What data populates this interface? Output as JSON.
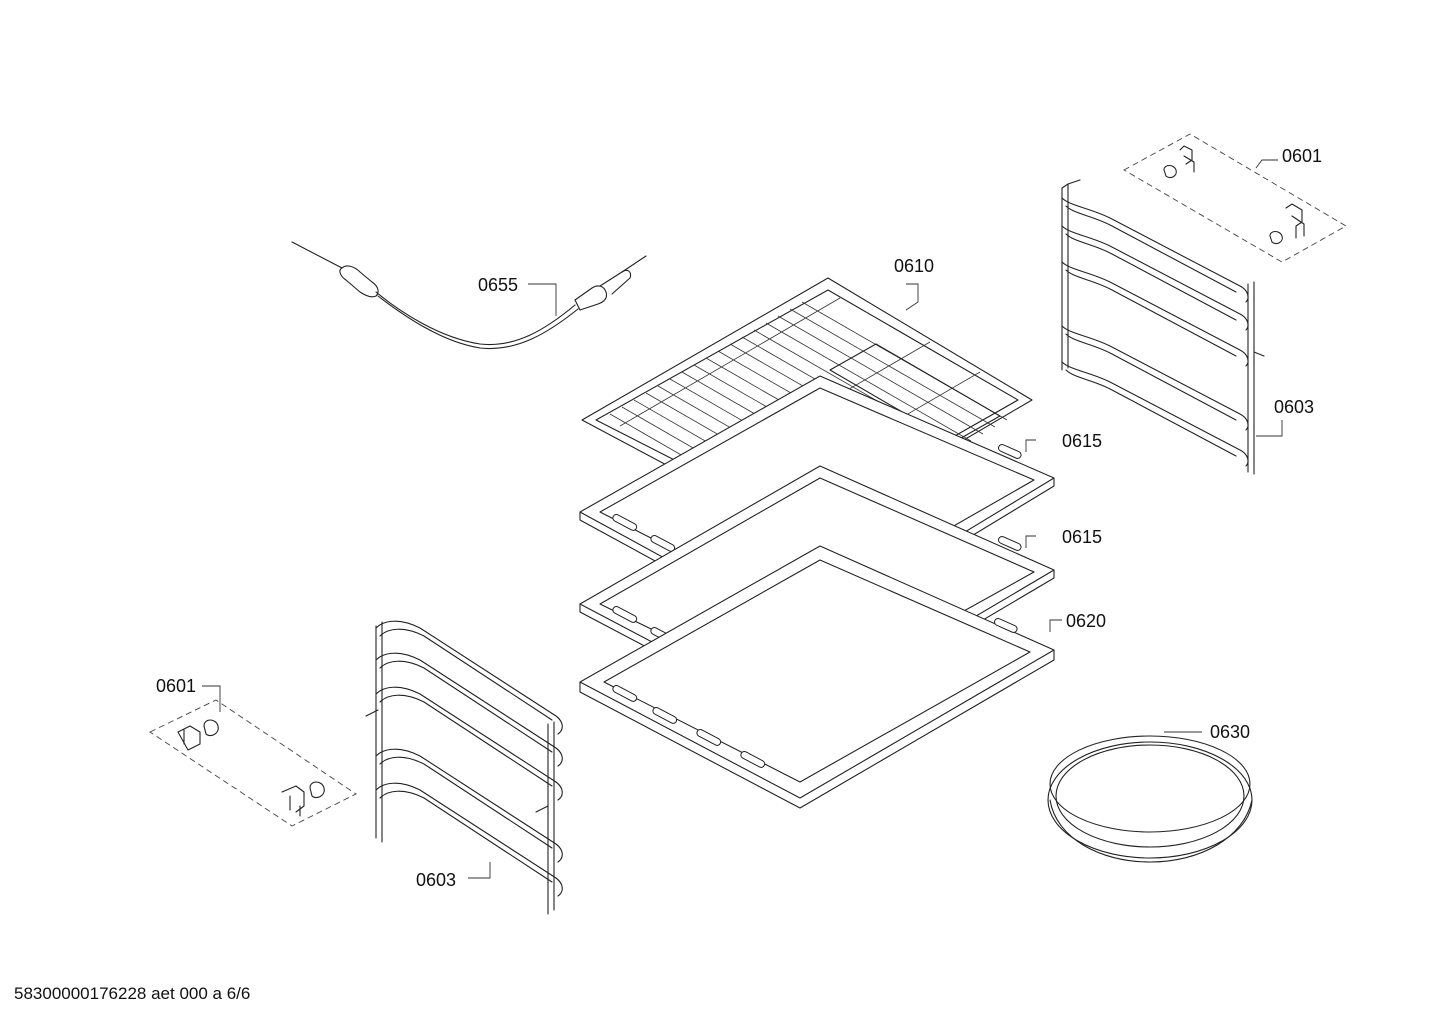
{
  "callouts": {
    "c0655": "0655",
    "c0610": "0610",
    "c0601_top": "0601",
    "c0603_right": "0603",
    "c0615_a": "0615",
    "c0615_b": "0615",
    "c0620": "0620",
    "c0630": "0630",
    "c0601_left": "0601",
    "c0603_left": "0603"
  },
  "footer": {
    "doc_id": "58300000176228 aet 000 a 6/6"
  }
}
